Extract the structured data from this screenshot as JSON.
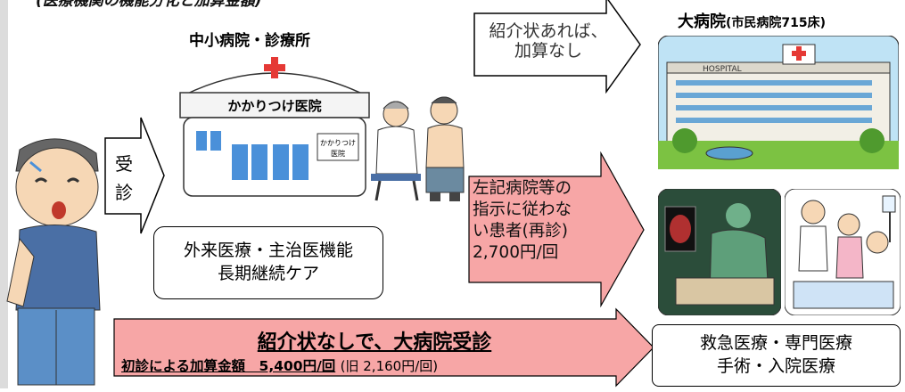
{
  "header": {
    "cut_title": "(医療機関の機能分化と加算金額)"
  },
  "clinic": {
    "title": "中小病院・診療所",
    "sign": "かかりつけ医院",
    "door_sign_1": "かかりつけ",
    "door_sign_2": "医院",
    "functions": [
      "外来医療・主治医機能",
      "長期継続ケア"
    ]
  },
  "consult": {
    "label_1": "受",
    "label_2": "診"
  },
  "referral": {
    "line_1": "紹介状あれば、",
    "line_2": "加算なし"
  },
  "hospital": {
    "title": "大病院",
    "subtitle": "(市民病院715床)",
    "sign": "HOSPITAL",
    "functions": [
      "救急医療・専門医療",
      "手術・入院医療"
    ]
  },
  "revisit": {
    "lines": [
      "左記病院等の",
      "指示に従わな",
      "い患者(再診)",
      "2,700円/回"
    ]
  },
  "no_referral": {
    "main": "紹介状なしで、大病院受診",
    "sub_label": "初診による加算金額　5,400円/回",
    "sub_old": "(旧 2,160円/回)"
  },
  "colors": {
    "pink_arrow": "#f7a6a6",
    "white_arrow": "#ffffff",
    "outline": "#000000",
    "clinic_blue": "#4a90d9",
    "hospital_green": "#7cc242",
    "sky": "#bfe3f5"
  }
}
